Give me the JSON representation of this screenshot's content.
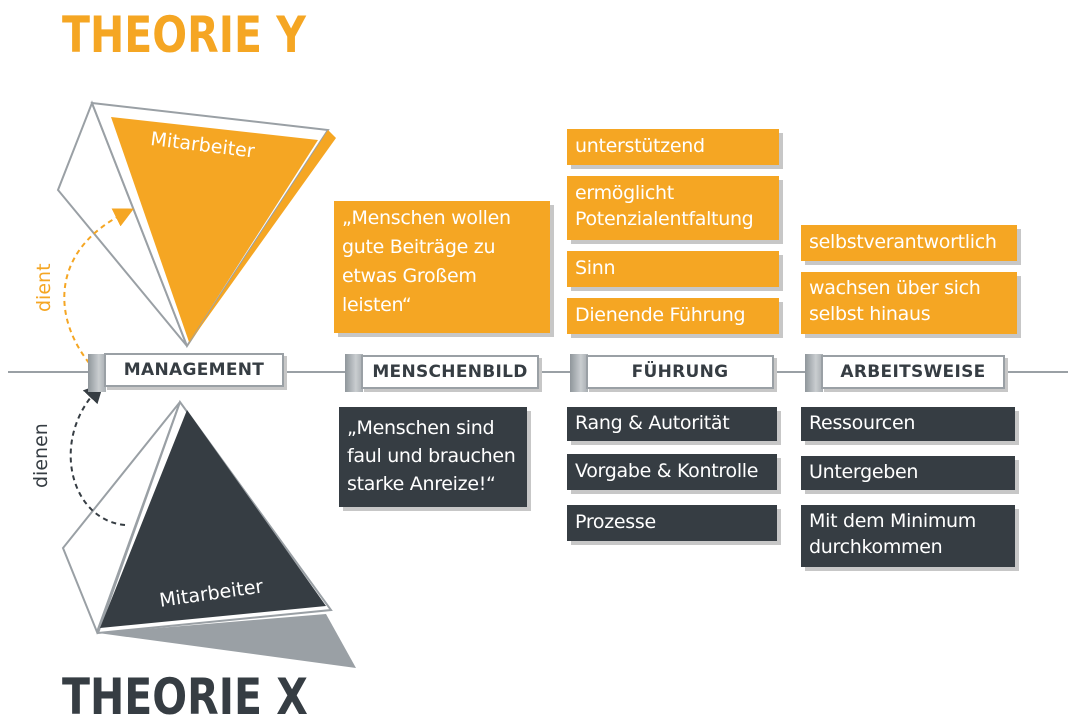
{
  "titles": {
    "theory_y": "THEORIE Y",
    "theory_x": "THEORIE X"
  },
  "triangles": {
    "top_label": "Mitarbeiter",
    "bottom_label": "Mitarbeiter"
  },
  "arrows": {
    "serves_label": "dient",
    "serve_label": "dienen"
  },
  "axis_tags": {
    "management": "MANAGEMENT",
    "menschenbild": "MENSCHENBILD",
    "fuehrung": "FÜHRUNG",
    "arbeitsweise": "ARBEITSWEISE"
  },
  "theory_y": {
    "menschenbild": [
      "„Menschen wollen",
      "gute Beiträge zu",
      "etwas Großem",
      "leisten“"
    ],
    "fuehrung": [
      [
        "unterstützend"
      ],
      [
        "ermöglicht",
        "Potenzialentfaltung"
      ],
      [
        "Sinn"
      ],
      [
        "Dienende Führung"
      ]
    ],
    "arbeitsweise": [
      [
        "selbstverantwortlich"
      ],
      [
        "wachsen über sich",
        "selbst hinaus"
      ]
    ]
  },
  "theory_x": {
    "menschenbild": [
      "„Menschen sind",
      "faul und brauchen",
      "starke Anreize!“"
    ],
    "fuehrung": [
      [
        "Rang & Autorität"
      ],
      [
        "Vorgabe & Kontrolle"
      ],
      [
        "Prozesse"
      ]
    ],
    "arbeitsweise": [
      [
        "Ressourcen"
      ],
      [
        "Untergeben"
      ],
      [
        "Mit dem Minimum",
        "durchkommen"
      ]
    ]
  },
  "colors": {
    "orange": "#f5a623",
    "dark": "#363d43",
    "gray": "#9aa0a5",
    "shadow": "#c7c7c7"
  }
}
